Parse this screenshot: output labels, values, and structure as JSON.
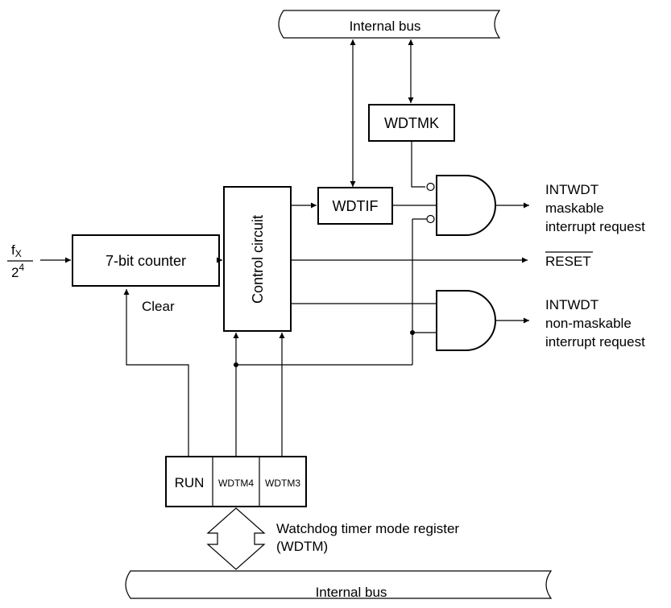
{
  "top_bus": {
    "label": "Internal bus"
  },
  "bottom_bus": {
    "label": "Internal bus"
  },
  "blocks": {
    "wdtmk": "WDTMK",
    "wdtif": "WDTIF",
    "counter": "7-bit counter",
    "control": "Control circuit",
    "clear": "Clear"
  },
  "clock_input": {
    "numerator": "f",
    "subscript": "X",
    "denominator": "2",
    "exponent": "4"
  },
  "outputs": {
    "maskable": [
      "INTWDT",
      "maskable",
      "interrupt request"
    ],
    "reset": "RESET",
    "nonmaskable": [
      "INTWDT",
      "non-maskable",
      "interrupt request"
    ]
  },
  "register": {
    "fields": [
      "RUN",
      "WDTM4",
      "WDTM3"
    ],
    "caption": [
      "Watchdog timer mode register",
      "(WDTM)"
    ]
  }
}
